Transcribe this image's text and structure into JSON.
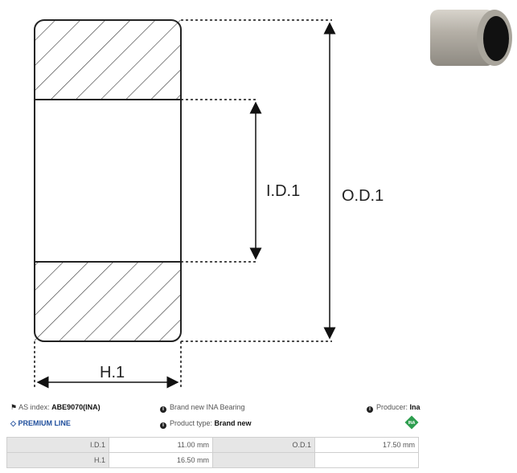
{
  "diagram": {
    "id_label": "I.D.1",
    "od_label": "O.D.1",
    "h_label": "H.1"
  },
  "info": {
    "as_index_label": "AS index:",
    "as_index_value": "ABE9070(INA)",
    "premium": "PREMIUM LINE",
    "description": "Brand new INA Bearing",
    "product_type_label": "Product type:",
    "product_type_value": "Brand new",
    "producer_label": "Producer:",
    "producer_value": "Ina",
    "logo_text": "INA",
    "logo_color": "#2e9e4f"
  },
  "specs": {
    "rows": [
      [
        {
          "label": "I.D.1",
          "value": "11.00 mm"
        },
        {
          "label": "O.D.1",
          "value": "17.50 mm"
        }
      ],
      [
        {
          "label": "H.1",
          "value": "16.50 mm"
        },
        {
          "label": "",
          "value": ""
        }
      ]
    ]
  }
}
